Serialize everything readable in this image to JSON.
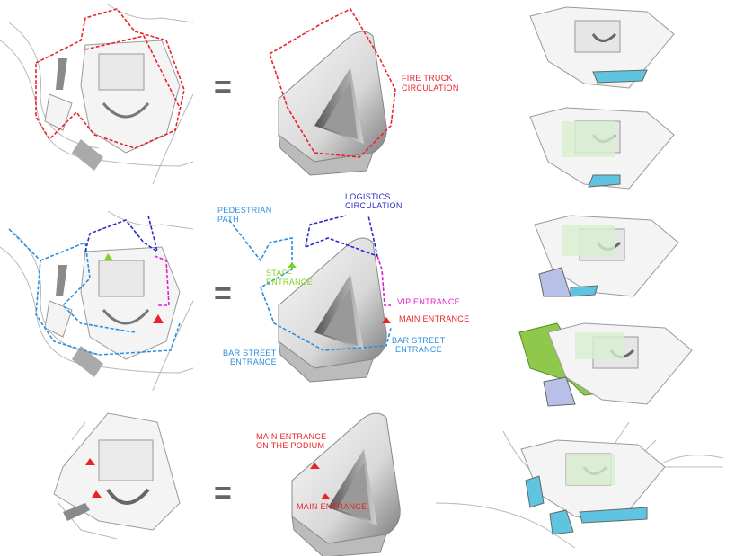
{
  "colors": {
    "fire": "#e8232a",
    "pedestrian": "#2a8fe0",
    "logistics": "#2a2ac8",
    "staff": "#7ed321",
    "vip": "#e020d0",
    "main": "#e8232a",
    "pool": "#5fc4e0",
    "green": "#d8f0d0",
    "landscape": "#8fc84a"
  },
  "row1": {
    "equals": "=",
    "fire_truck": [
      "FIRE TRUCK",
      "CIRCULATION"
    ]
  },
  "row2": {
    "equals": "=",
    "pedestrian": [
      "PEDESTRIAN",
      "PATH"
    ],
    "logistics": [
      "LOGISTICS",
      "CIRCULATION"
    ],
    "staff": [
      "STAFF",
      "ENTRANCE"
    ],
    "vip": "VIP ENTRANCE",
    "main": "MAIN ENTRANCE",
    "bar_street_left": [
      "BAR STREET",
      "ENTRANCE"
    ],
    "bar_street_right": [
      "BAR STREET",
      "ENTRANCE"
    ]
  },
  "row3": {
    "equals": "=",
    "podium": [
      "MAIN ENTRANCE",
      "ON THE PODIUM"
    ],
    "main": "MAIN ENTRANCE"
  }
}
